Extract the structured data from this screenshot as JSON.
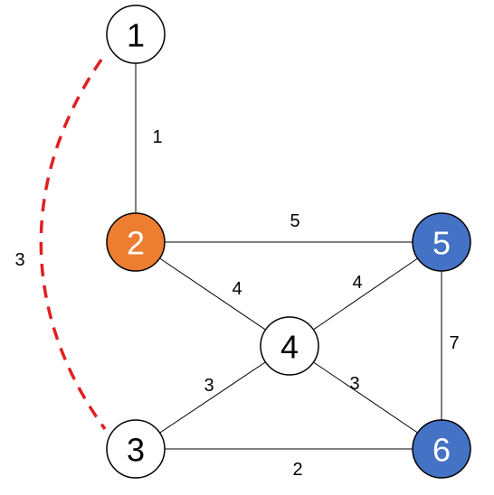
{
  "colors": {
    "default_node": "#ffffff",
    "orange_node": "#ed7d31",
    "blue_node": "#4472c4",
    "highlight_edge": "#e02020",
    "edge": "#000000"
  },
  "nodes": [
    {
      "id": "1",
      "label": "1",
      "fill": "default_node"
    },
    {
      "id": "2",
      "label": "2",
      "fill": "orange_node"
    },
    {
      "id": "3",
      "label": "3",
      "fill": "default_node"
    },
    {
      "id": "4",
      "label": "4",
      "fill": "default_node"
    },
    {
      "id": "5",
      "label": "5",
      "fill": "blue_node"
    },
    {
      "id": "6",
      "label": "6",
      "fill": "blue_node"
    }
  ],
  "edges": [
    {
      "from": "1",
      "to": "2",
      "weight": "1"
    },
    {
      "from": "2",
      "to": "5",
      "weight": "5"
    },
    {
      "from": "2",
      "to": "4",
      "weight": "4"
    },
    {
      "from": "5",
      "to": "4",
      "weight": "4"
    },
    {
      "from": "5",
      "to": "6",
      "weight": "7"
    },
    {
      "from": "4",
      "to": "3",
      "weight": "3"
    },
    {
      "from": "4",
      "to": "6",
      "weight": "3"
    },
    {
      "from": "3",
      "to": "6",
      "weight": "2"
    }
  ],
  "highlight_edge": {
    "from": "1",
    "to": "3",
    "weight": "3",
    "style": "dashed"
  }
}
